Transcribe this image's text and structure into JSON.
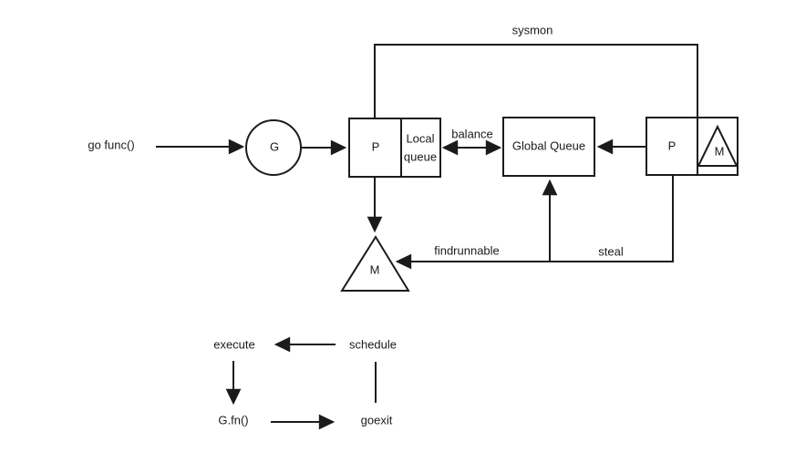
{
  "diagram": {
    "background": "#ffffff",
    "line_color": "#1b1b1b",
    "text_color": "#1b1b1b",
    "nodes": {
      "go_func": "go func()",
      "g": "G",
      "p_left": "P",
      "local_queue": "Local queue",
      "global_queue": "Global Queue",
      "p_right": "P",
      "m_in_p": "M",
      "m_worker": "M"
    },
    "edges": {
      "sysmon": "sysmon",
      "balance": "balance",
      "findrunnable": "findrunnable",
      "steal": "steal"
    },
    "lifecycle": {
      "execute": "execute",
      "schedule": "schedule",
      "g_fn": "G.fn()",
      "goexit": "goexit"
    }
  }
}
